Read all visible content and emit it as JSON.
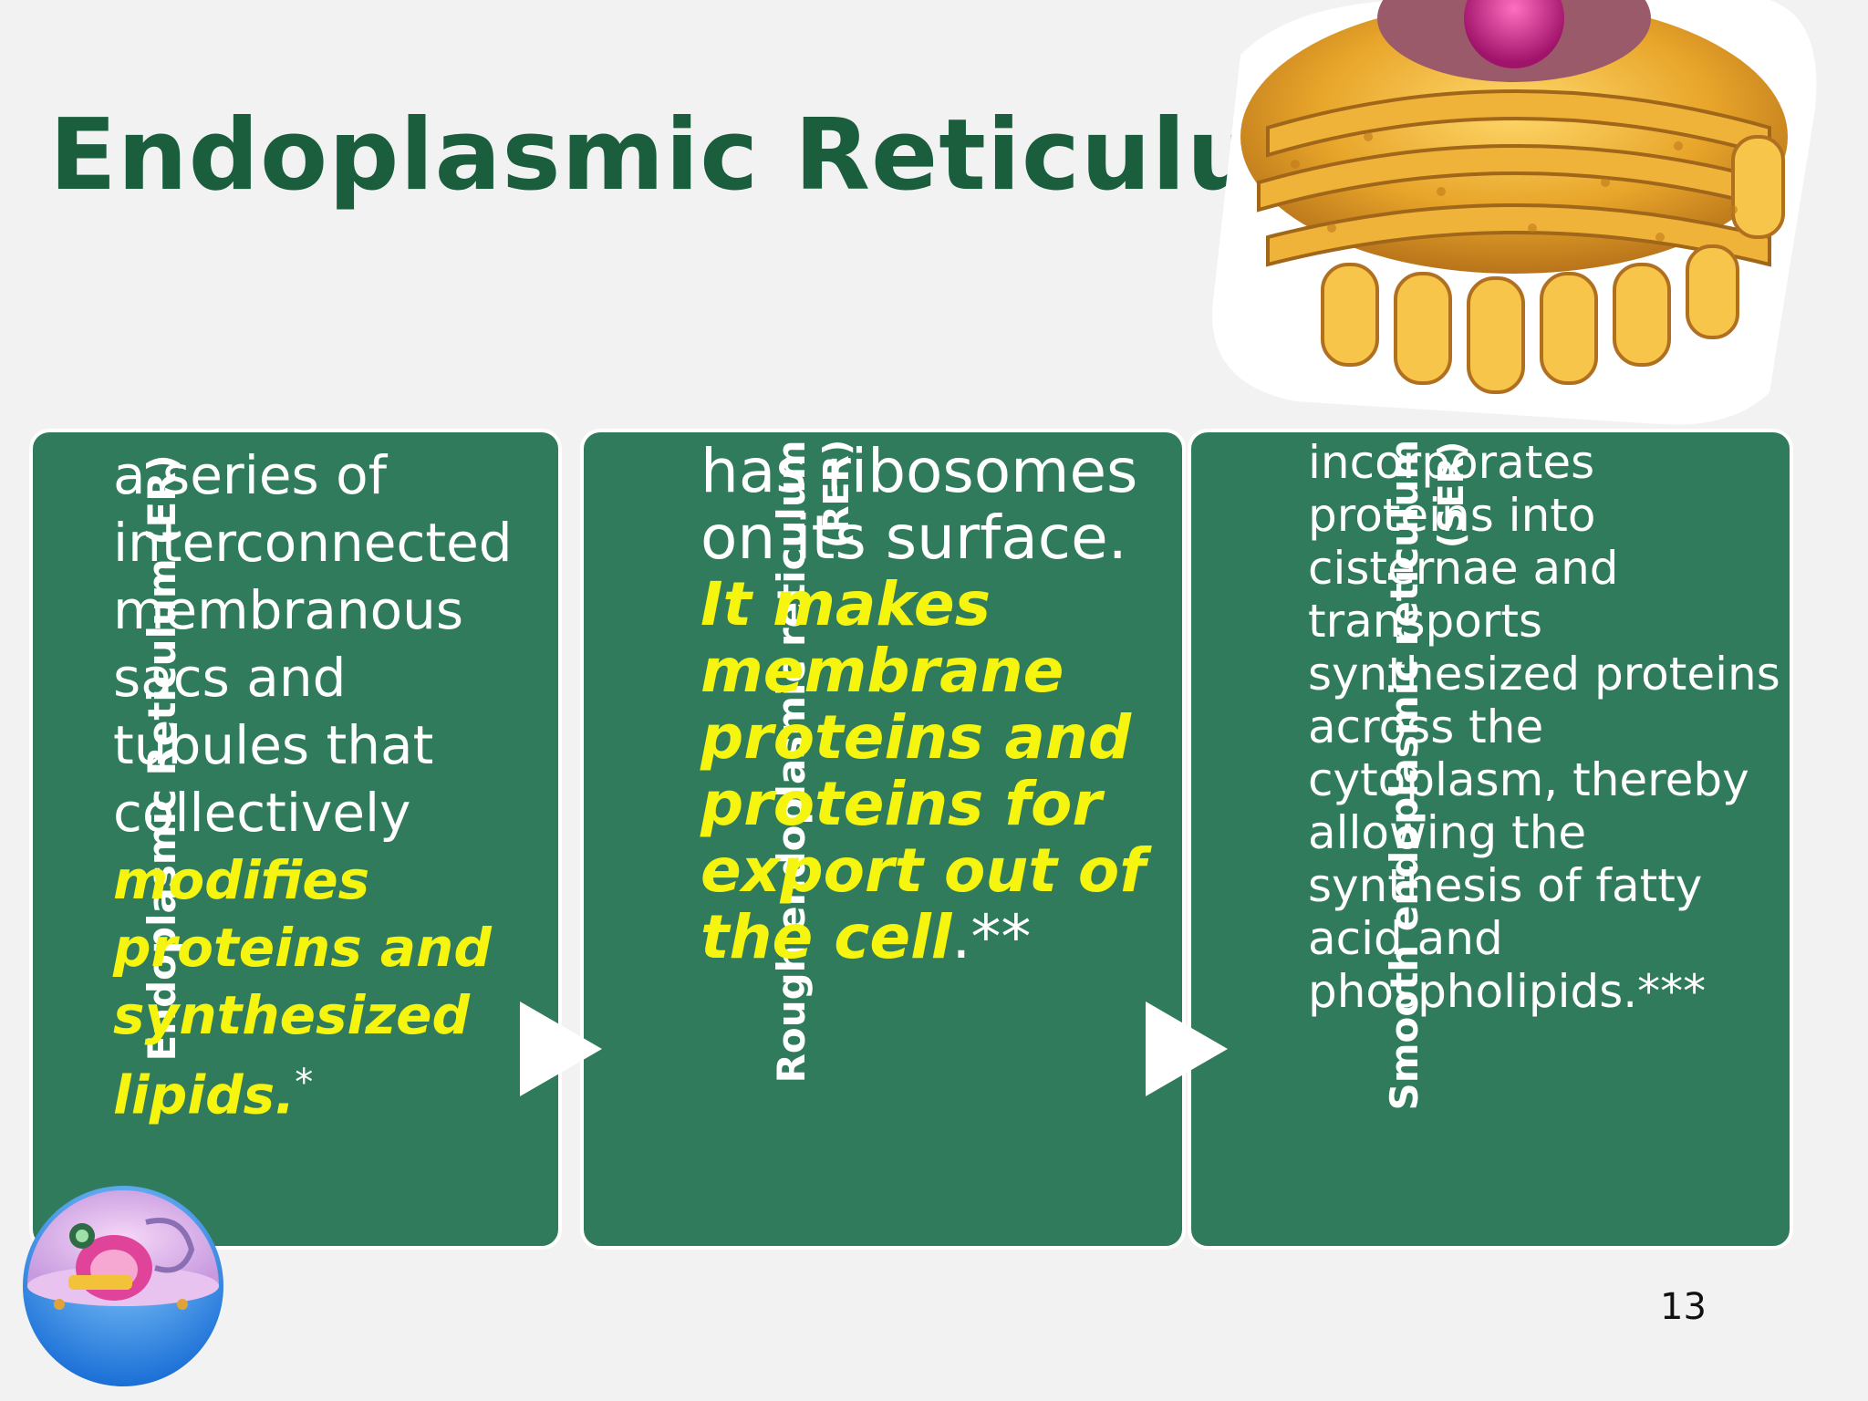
{
  "slide": {
    "title": "Endoplasmic Reticulum",
    "page_number": "13"
  },
  "panels": [
    {
      "label": "Endoplasmic Reticulum (ER)",
      "text_normal": "a series of interconnected membranous sacs and tubules that collectively ",
      "text_highlight": "modifies proteins and synthesized lipids.",
      "text_suffix": "*"
    },
    {
      "label": "Rough endoplasmic reticulum",
      "label_abbr": "(RER)",
      "text_normal": "has ribosomes on its surface. ",
      "text_highlight": "It makes membrane proteins and proteins for export out of the cell",
      "text_suffix": ".**"
    },
    {
      "label": "Smooth endoplasmic reticulum",
      "label_abbr": "(SER)",
      "text_normal": "incorporates proteins into cisternae and transports synthesized proteins across the cytoplasm, thereby allowing the synthesis of fatty acid and phospholipids.***"
    }
  ],
  "colors": {
    "panel_green": "#2f7b5b",
    "title_green": "#1a5e3e",
    "highlight_yellow": "#f5f50f",
    "background": "#f2f2f2"
  },
  "icons": {
    "arrow": "play-triangle-icon",
    "er_image": "endoplasmic-reticulum-illustration",
    "cell_image": "animal-cell-illustration"
  }
}
